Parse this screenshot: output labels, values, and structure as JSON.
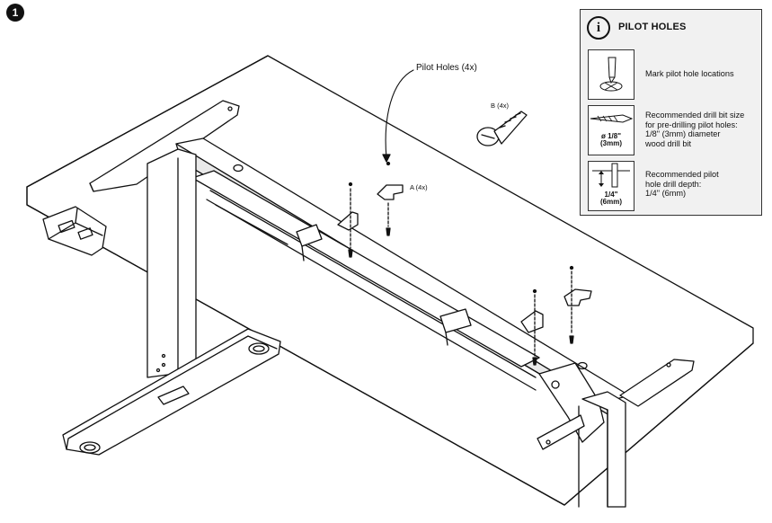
{
  "step": {
    "number": "1"
  },
  "callouts": {
    "pilot_holes": "Pilot Holes (4x)",
    "part_a": "A (4x)",
    "part_b": "B (4x)"
  },
  "panel": {
    "icon_letter": "i",
    "title": "PILOT HOLES",
    "row1": {
      "text": "Mark pilot hole locations"
    },
    "row2": {
      "line1": "Recommended drill bit size",
      "line2": "for pre-drilling pilot holes:",
      "line3": "1/8\" (3mm) diameter",
      "line4": "wood drill bit",
      "size_in": "ø 1/8\"",
      "size_mm": "(3mm)"
    },
    "row3": {
      "line1": "Recommended pilot",
      "line2": "hole drill depth:",
      "line3": "1/4\" (6mm)",
      "depth_in": "1/4\"",
      "depth_mm": "(6mm)"
    }
  }
}
